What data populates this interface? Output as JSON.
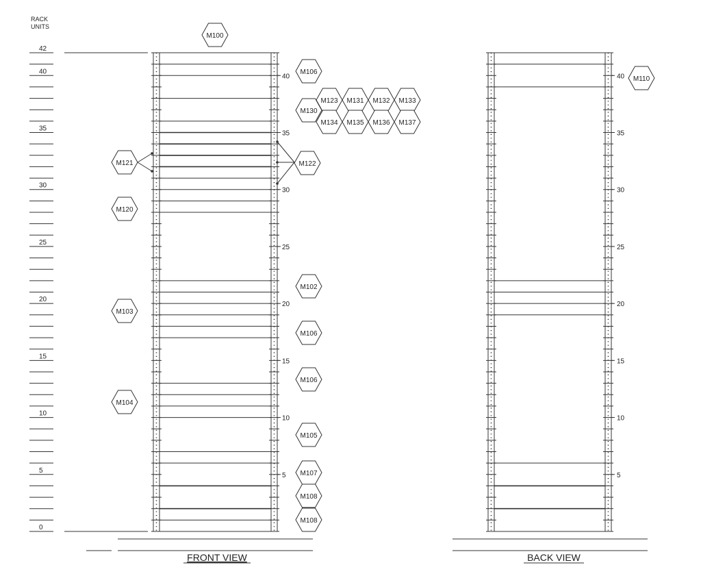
{
  "rack_units_label": [
    "RACK",
    "UNITS"
  ],
  "scale": {
    "max_units": 42,
    "labels": [
      "42",
      "40",
      "35",
      "30",
      "25",
      "20",
      "15",
      "10",
      "5",
      "0"
    ]
  },
  "front_view": {
    "title": "FRONT VIEW",
    "rail_labels": [
      "40",
      "35",
      "30",
      "25",
      "20",
      "15",
      "10",
      "5"
    ],
    "shelf_units": [
      1,
      2,
      4,
      6,
      7,
      10,
      11,
      12,
      13,
      17,
      18,
      19,
      20,
      21,
      22,
      28,
      29,
      30,
      31,
      32,
      33,
      34,
      35,
      36,
      38,
      40,
      41
    ],
    "shelf_units_thick": [
      2,
      4,
      32,
      33,
      34,
      35
    ],
    "tags": [
      {
        "id": "M100",
        "label": "M100"
      },
      {
        "id": "M106a",
        "label": "M106"
      },
      {
        "id": "M123",
        "label": "M123"
      },
      {
        "id": "M131",
        "label": "M131"
      },
      {
        "id": "M132",
        "label": "M132"
      },
      {
        "id": "M133",
        "label": "M133"
      },
      {
        "id": "M130",
        "label": "M130"
      },
      {
        "id": "M134",
        "label": "M134"
      },
      {
        "id": "M135",
        "label": "M135"
      },
      {
        "id": "M136",
        "label": "M136"
      },
      {
        "id": "M137",
        "label": "M137"
      },
      {
        "id": "M121",
        "label": "M121"
      },
      {
        "id": "M122",
        "label": "M122"
      },
      {
        "id": "M120",
        "label": "M120"
      },
      {
        "id": "M102",
        "label": "M102"
      },
      {
        "id": "M103",
        "label": "M103"
      },
      {
        "id": "M106b",
        "label": "M106"
      },
      {
        "id": "M106c",
        "label": "M106"
      },
      {
        "id": "M104",
        "label": "M104"
      },
      {
        "id": "M105",
        "label": "M105"
      },
      {
        "id": "M107",
        "label": "M107"
      },
      {
        "id": "M108a",
        "label": "M108"
      },
      {
        "id": "M108b",
        "label": "M108"
      }
    ]
  },
  "back_view": {
    "title": "BACK VIEW",
    "rail_labels": [
      "40",
      "35",
      "30",
      "25",
      "20",
      "15",
      "10",
      "5"
    ],
    "shelf_units": [
      2,
      4,
      6,
      19,
      20,
      21,
      22,
      39,
      41
    ],
    "shelf_units_thick": [
      2,
      4
    ],
    "tags": [
      {
        "id": "M110",
        "label": "M110"
      }
    ]
  },
  "colors": {
    "line": "#333333",
    "text": "#222222",
    "background": "#ffffff"
  }
}
